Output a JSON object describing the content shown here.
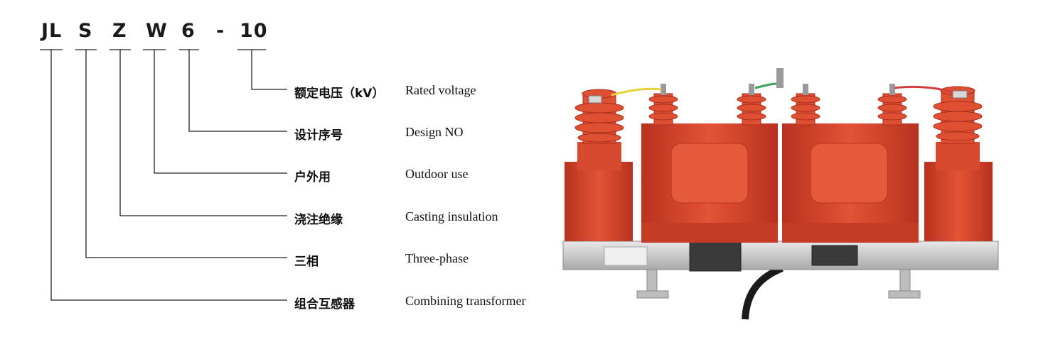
{
  "model_code": {
    "parts": [
      "JL",
      "S",
      "Z",
      "W",
      "6",
      "-",
      "10"
    ]
  },
  "legend": [
    {
      "zh": "额定电压（kV）",
      "en": "Rated voltage"
    },
    {
      "zh": "设计序号",
      "en": "Design NO"
    },
    {
      "zh": "户外用",
      "en": "Outdoor use"
    },
    {
      "zh": "浇注绝缘",
      "en": "Casting insulation"
    },
    {
      "zh": "三相",
      "en": "Three-phase"
    },
    {
      "zh": "组合互感器",
      "en": "Combining transformer"
    }
  ],
  "colors": {
    "line": "#222222",
    "body_red": "#d9442a",
    "body_red_dark": "#a92f1c",
    "base_metal": "#c9c9c9"
  }
}
